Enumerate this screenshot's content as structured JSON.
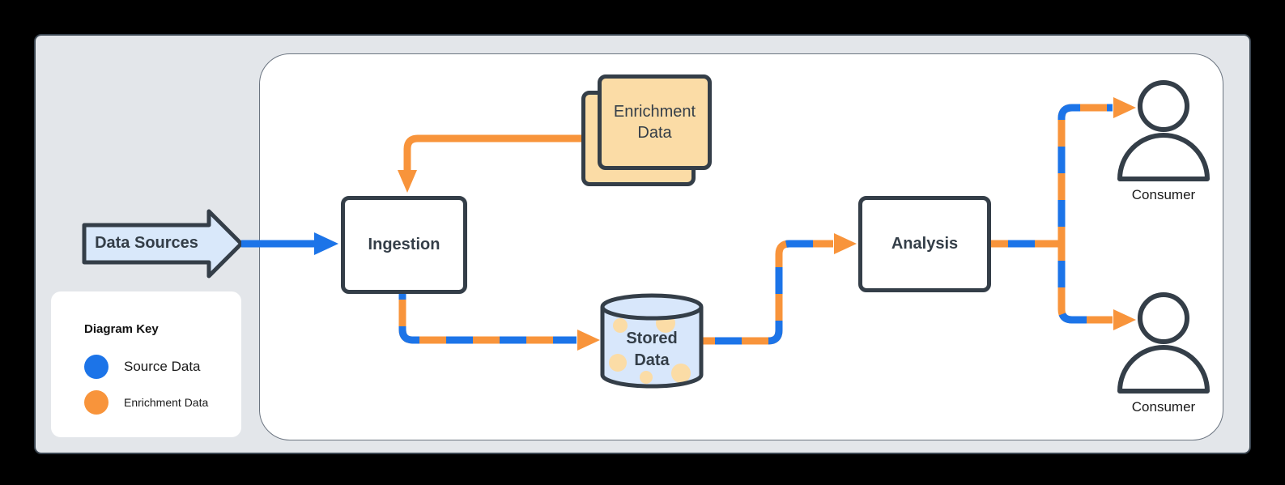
{
  "nodes": {
    "data_sources": "Data Sources",
    "ingestion": "Ingestion",
    "enrichment_data": "Enrichment Data",
    "stored_data": "Stored Data",
    "analysis": "Analysis",
    "consumer_top": "Consumer",
    "consumer_bottom": "Consumer"
  },
  "key": {
    "title": "Diagram Key",
    "items": [
      {
        "label": "Source Data",
        "color": "#1C74E8"
      },
      {
        "label": "Enrichment Data",
        "color": "#F8943B"
      }
    ]
  },
  "colors": {
    "source_data_blue": "#1C74E8",
    "enrichment_orange": "#F8943B",
    "node_border_dark": "#343E48",
    "enrichment_fill": "#FBDCA6",
    "stored_data_fill": "#D8E7FB",
    "data_sources_fill": "#D9E8FA",
    "outer_panel_gray": "#E3E6EA",
    "inner_panel_white": "#FFFFFF",
    "background": "#000000"
  },
  "icons": {
    "consumer": "person-icon",
    "stored_data": "database-cylinder-icon",
    "data_sources": "block-arrow-icon"
  }
}
